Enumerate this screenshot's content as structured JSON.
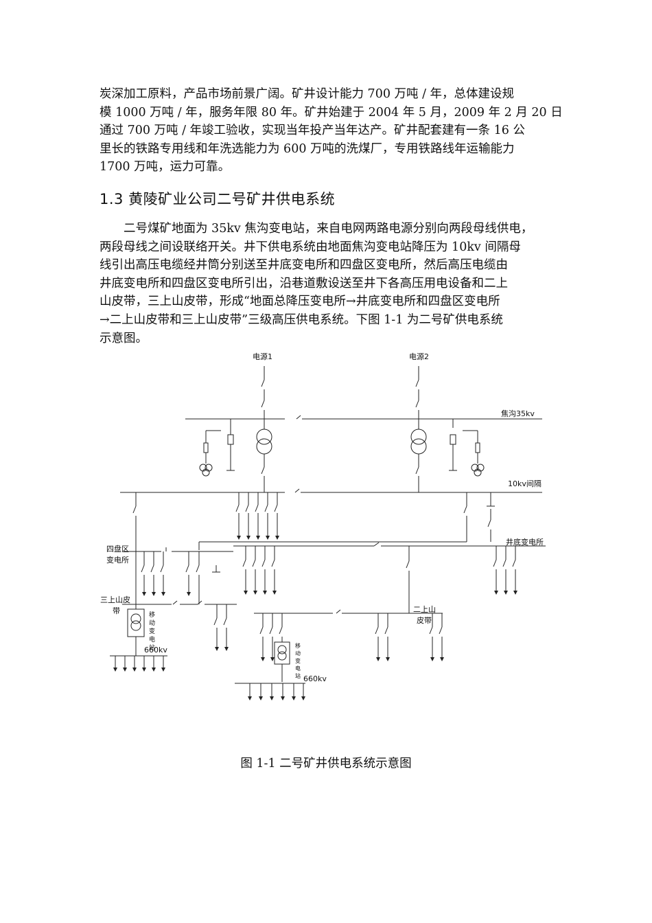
{
  "paragraph1": {
    "lines": [
      "炭深加工原料，产品市场前景广阔。矿井设计能力 700 万吨 / 年，总体建设规",
      "模 1000 万吨 / 年，服务年限 80 年。矿井始建于 2004 年 5 月，2009 年 2 月 20 日",
      "通过 700 万吨 / 年竣工验收，实现当年投产当年达产。矿井配套建有一条 16 公",
      "里长的铁路专用线和年洗选能力为 600 万吨的洗煤厂，专用铁路线年运输能力",
      "1700 万吨，运力可靠。"
    ]
  },
  "section": {
    "heading": "1.3  黄陵矿业公司二号矿井供电系统"
  },
  "paragraph2": {
    "lines": [
      "　　二号煤矿地面为 35kv 焦沟变电站，来自电网两路电源分别向两段母线供电，",
      "两段母线之间设联络开关。井下供电系统由地面焦沟变电站降压为 10kv 间隔母",
      "线引出高压电缆经井筒分别送至井底变电所和四盘区变电所，然后高压电缆由",
      "井底变电所和四盘区变电所引出，沿巷道敷设送至井下各高压用电设备和二上",
      "山皮带，三上山皮带，形成“地面总降压变电所→井底变电所和四盘区变电所",
      "→二上山皮带和三上山皮带”三级高压供电系统。下图 1-1 为二号矿供电系统",
      "示意图。"
    ]
  },
  "diagram": {
    "source1": "电源1",
    "source2": "电源2",
    "bus35": "焦沟35kv",
    "bus10": "10kv间隔",
    "sipan_line1": "四盘区",
    "sipan_line2": "变电所",
    "jingdi": "井底变电所",
    "sanshang_line1": "三上山皮",
    "sanshang_line2": "带",
    "ershang_line1": "二上山",
    "ershang_line2": "皮带",
    "mobile_left": [
      "移",
      "动",
      "变",
      "电",
      "站"
    ],
    "mobile_right": [
      "移",
      "动",
      "变",
      "电",
      "站"
    ],
    "v660_left": "660kv",
    "v660_right": "660kv"
  },
  "caption": "图 1-1  二号矿井供电系统示意图"
}
